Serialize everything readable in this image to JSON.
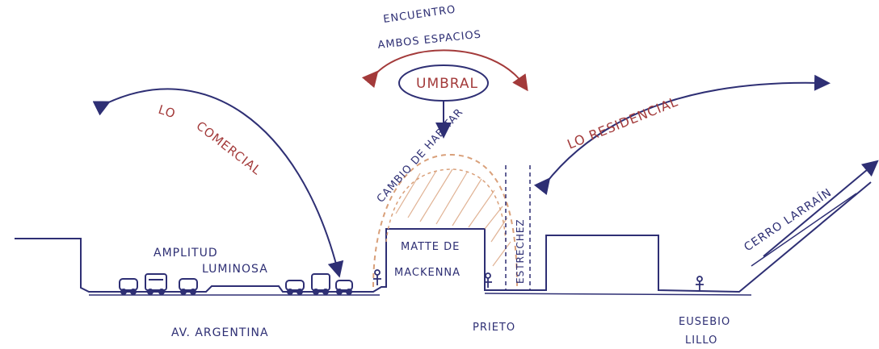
{
  "labels": {
    "encuentro": "ENCUENTRO",
    "ambos_espacios": "AMBOS ESPACIOS",
    "umbral": "UMBRAL",
    "lo": "LO",
    "comercial": "COMERCIAL",
    "lo_residencial": "LO RESIDENCIAL",
    "cambio_de_habitar": "CAMBIO DE HABITAR",
    "estrechez": "ESTRECHEZ",
    "matte_de": "MATTE DE",
    "mackenna": "MACKENNA",
    "amplitud": "AMPLITUD",
    "luminosa": "LUMINOSA",
    "cerro_larrain": "CERRO LARRAÍN",
    "av_argentina": "AV. ARGENTINA",
    "prieto": "PRIETO",
    "eusebio": "EUSEBIO",
    "lillo": "LILLO"
  },
  "colors": {
    "ink_blue": "#2e2f74",
    "ink_red": "#a33a3a",
    "hatch_orange": "#d9a07a"
  }
}
